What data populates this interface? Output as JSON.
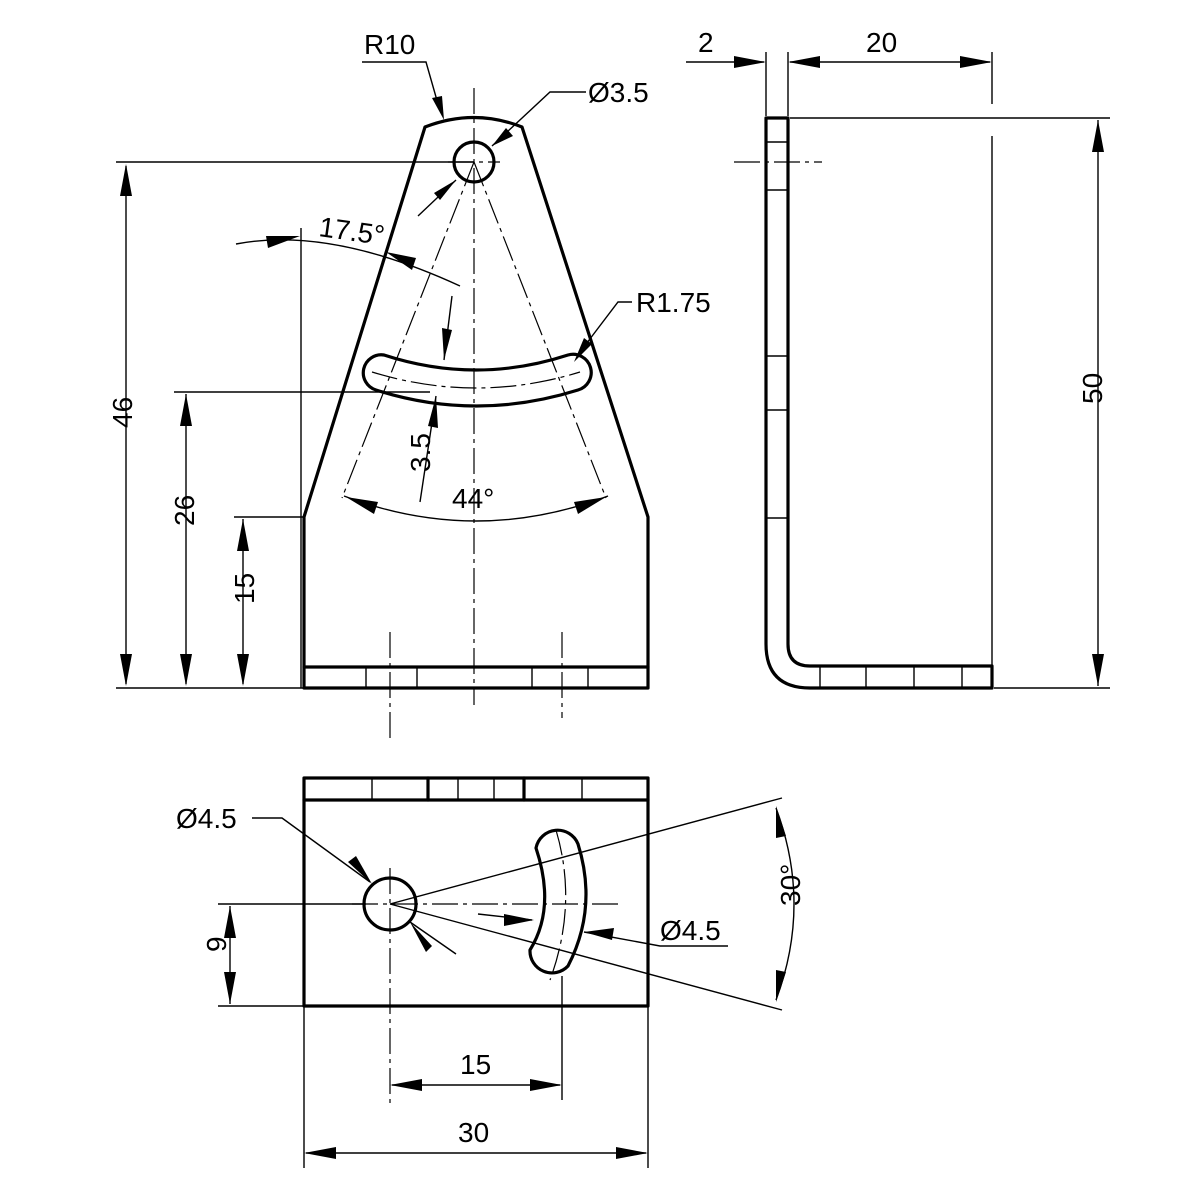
{
  "front_view": {
    "r10": "R10",
    "hole_dia": "Ø3.5",
    "angle_slot": "17.5°",
    "slot_radius": "R1.75",
    "overall_height": "46",
    "slot_height": "26",
    "base_height": "15",
    "slot_width": "3.5",
    "sweep_angle": "44°"
  },
  "side_view": {
    "thickness": "2",
    "depth": "20",
    "height": "50"
  },
  "top_view": {
    "hole_dia": "Ø4.5",
    "slot_dia": "Ø4.5",
    "angle": "30°",
    "hole_offset": "9",
    "hole_spacing": "15",
    "width": "30"
  },
  "colors": {
    "line": "#000000",
    "background": "#ffffff"
  }
}
